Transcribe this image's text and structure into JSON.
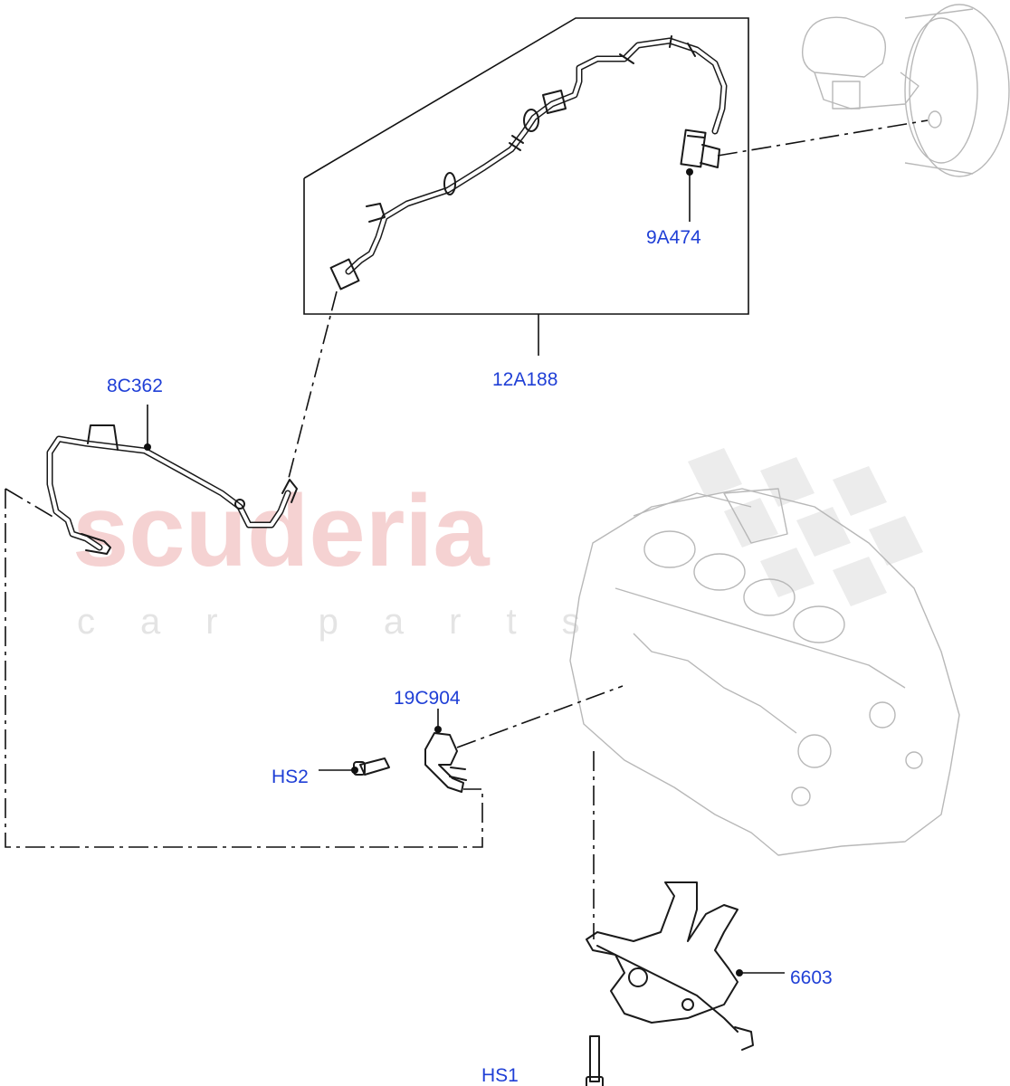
{
  "watermark": {
    "brand": "scuderia",
    "tagline": "car parts"
  },
  "callouts": {
    "p9A474": "9A474",
    "p12A188": "12A188",
    "p8C362": "8C362",
    "p19C904": "19C904",
    "pHS2": "HS2",
    "p6603": "6603",
    "pHS1": "HS1"
  },
  "colors": {
    "callout_text": "#1f3fd6",
    "linework": "#1a1a1a",
    "ghost_linework": "#b8b8b8",
    "watermark": "#f2c4c4"
  }
}
